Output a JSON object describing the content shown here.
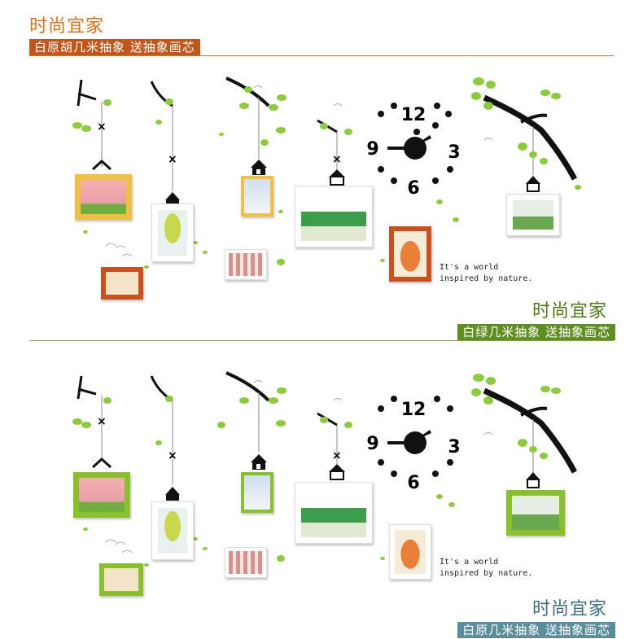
{
  "sections": [
    {
      "title": "时尚宜家",
      "banner": "白原胡几米抽象 送抽象画芯",
      "title_color": "#e0701a",
      "banner_color": "#c1551a",
      "rule_color": "#c8792c",
      "align": "left"
    },
    {
      "title": "时尚宜家",
      "banner": "白绿几米抽象 送抽象画芯",
      "title_color": "#4c7a16",
      "banner_color": "#5e8f20",
      "rule_color": "#7ea23a",
      "align": "right"
    },
    {
      "title": "时尚宜家",
      "banner": "白原几米抽象 送抽象画芯",
      "title_color": "#3f6f7a",
      "banner_color": "#5a8e9b",
      "rule_color": "#7ea23a",
      "align": "right"
    }
  ],
  "decal": {
    "slogan_line1": "It's a world",
    "slogan_line2": "inspired by nature.",
    "clock_numbers": {
      "top": "12",
      "left": "9",
      "right": "3",
      "bottom": "6"
    }
  },
  "colors": {
    "leaf": "#8ccc3a",
    "branch": "#111111",
    "frame_white": "#ffffff",
    "frame_orange": "#c9521c",
    "frame_yellow": "#f0c040",
    "frame_green": "#8ac02e"
  }
}
